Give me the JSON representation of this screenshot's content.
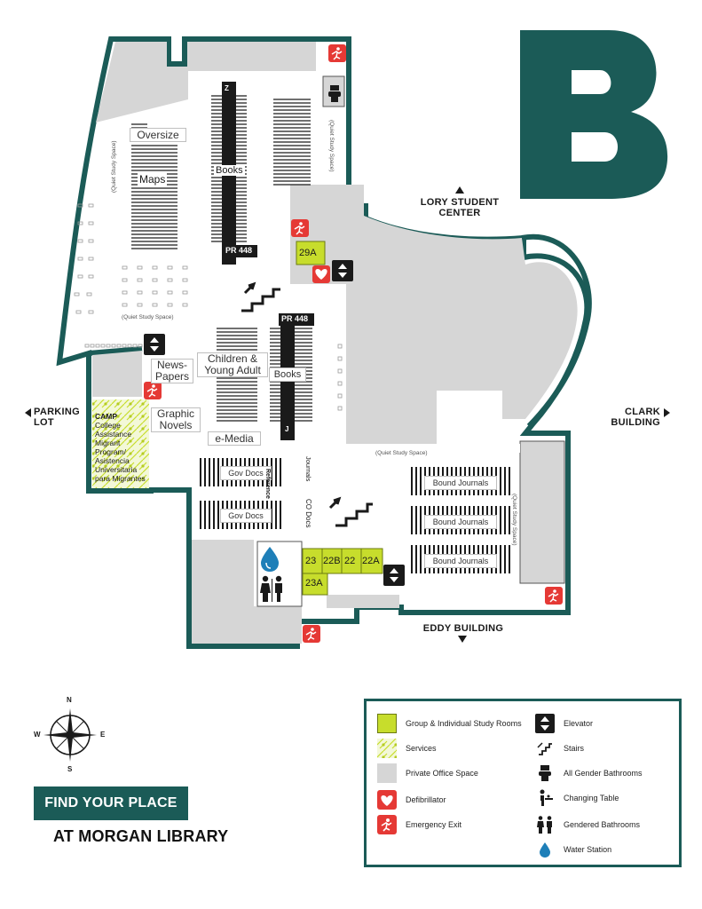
{
  "floor_letter": "B",
  "colors": {
    "wall": "#1b5b57",
    "private_office": "#d6d6d6",
    "study_room": "#c7dd2c",
    "emergency": "#e53935",
    "water": "#1e7fb8",
    "black": "#1a1a1a"
  },
  "directions": {
    "lory": "LORY STUDENT\nCENTER",
    "lory_l1": "LORY STUDENT",
    "lory_l2": "CENTER",
    "parking_l1": "PARKING",
    "parking_l2": "LOT",
    "clark_l1": "CLARK",
    "clark_l2": "BUILDING",
    "eddy": "EDDY BUILDING"
  },
  "areas": {
    "oversize": "Oversize",
    "maps": "Maps",
    "books_top": "Books",
    "books_mid": "Books",
    "children_l1": "Children &",
    "children_l2": "Young Adult",
    "newspapers_l1": "News-",
    "newspapers_l2": "Papers",
    "graphic_l1": "Graphic",
    "graphic_l2": "Novels",
    "emedia": "e-Media",
    "gov_docs_1": "Gov Docs",
    "gov_docs_2": "Gov Docs",
    "reference": "Reference",
    "journals": "Journals",
    "co_docs": "CO Docs",
    "bound_journals_1": "Bound Journals",
    "bound_journals_2": "Bound Journals",
    "bound_journals_3": "Bound Journals",
    "quiet_study": "(Quiet Study Space)",
    "camp_title": "CAMP",
    "camp_l1": "College",
    "camp_l2": "Assistance",
    "camp_l3": "Migrant",
    "camp_l4": "Program/",
    "camp_l5": "Asistencia",
    "camp_l6": "Universitaria",
    "camp_l7": "para Migrantes"
  },
  "call_numbers": {
    "z": "Z",
    "pr448_top": "PR 448",
    "pr448_mid": "PR 448",
    "j": "J"
  },
  "rooms": {
    "r29a": "29A",
    "r23": "23",
    "r22b": "22B",
    "r22": "22",
    "r22a": "22A",
    "r23a": "23A"
  },
  "compass": {
    "n": "N",
    "s": "S",
    "e": "E",
    "w": "W"
  },
  "legend": {
    "study_rooms": "Group & Individual Study Rooms",
    "services": "Services",
    "private_office": "Private Office Space",
    "defibrillator": "Defibrillator",
    "emergency_exit": "Emergency Exit",
    "elevator": "Elevator",
    "stairs": "Stairs",
    "all_gender": "All Gender Bathrooms",
    "changing_table": "Changing Table",
    "gendered": "Gendered Bathrooms",
    "water": "Water Station"
  },
  "banner": {
    "title": "FIND YOUR PLACE",
    "subtitle": "AT MORGAN LIBRARY"
  }
}
